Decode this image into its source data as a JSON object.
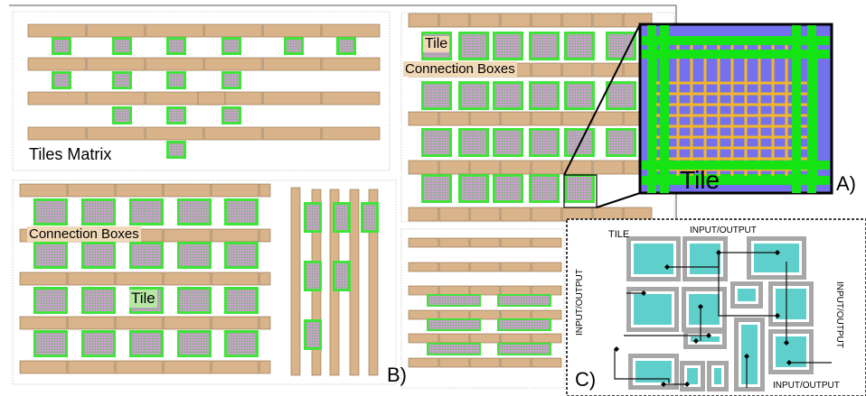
{
  "labels": {
    "tiles_matrix": "Tiles Matrix",
    "tile": "Tile",
    "connection_boxes": "Connection Boxes",
    "panel_a": "A)",
    "panel_b": "B)",
    "panel_c": "C)",
    "tile_caps": "TILE",
    "io": "INPUT/OUTPUT"
  },
  "colors": {
    "tan": "#d9b48a",
    "tan_edge": "#8a6a45",
    "tile_green": "#41e33b",
    "tile_grid": "#d49ad6",
    "zoom_bg": "#7570ee",
    "zoom_green": "#14e414",
    "zoom_orange": "#f2b728",
    "cyan": "#5fcfcc",
    "grey": "#a7a7a7"
  }
}
